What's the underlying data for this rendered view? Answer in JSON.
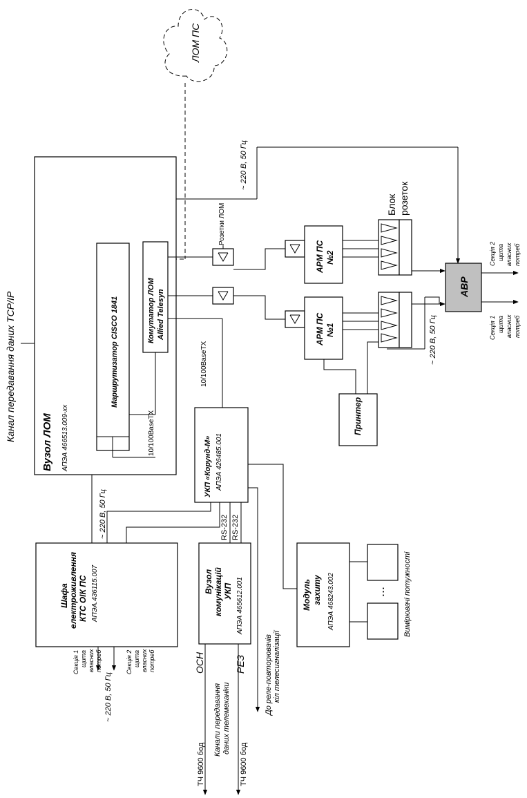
{
  "diagram": {
    "cloud_label": "ЛОМ ПС",
    "channel_label": "Канал передавання даних TCP/IP",
    "node_lom": {
      "title": "Вузол ЛОМ",
      "code": "АПЭА 466513.009-хх"
    },
    "router": "Маршрутизатор CISCO 1841",
    "switch": {
      "line1": "Комутатор ЛОМ",
      "line2": "Allied Telesyn"
    },
    "port_label_1": "10/100BaseTX",
    "port_label_2": "10/100BaseTX",
    "power_top": "~ 220 В, 50 Гц",
    "power_mid": "~ 220 В, 50 Гц",
    "power_right": "~ 220 В, 50 Гц",
    "power_bottom": "~ 220 В, 50 Гц",
    "lan_sockets": "Розетки ЛОМ",
    "block_sockets": {
      "line1": "Блок",
      "line2": "розеток"
    },
    "arm2": {
      "line1": "АРМ ПС",
      "line2": "№2"
    },
    "arm1": {
      "line1": "АРМ ПС",
      "line2": "№1"
    },
    "avr": "АВР",
    "printer": "Принтер",
    "sec2_right": [
      "Секція 2",
      "щита",
      "власних",
      "потреб"
    ],
    "sec1_right": [
      "Секція 1",
      "щита",
      "власних",
      "потреб"
    ],
    "ukp": {
      "title": "УКП «Корунд-М»",
      "code": "АПЭА 426485.001"
    },
    "rs232_a": "RS-232",
    "rs232_b": "RS-232",
    "cabinet": {
      "line1": "Шафа",
      "line2": "електроживлення",
      "line3": "КТС ОІК ПС",
      "code": "АПЭА.436115.007"
    },
    "comm_node": {
      "line1": "Вузол",
      "line2": "комунікацій",
      "line3": "УКП",
      "code": "АПЭА 465612.001"
    },
    "protection": {
      "line1": "Модуль",
      "line2": "захиту",
      "code": "АПЭА 468243.002"
    },
    "meters": "Вимірювачі потужності",
    "dots": "...",
    "relay": {
      "line1": "До реле-повторювачів",
      "line2": "кіл телесигналізації"
    },
    "osn": "ОСН",
    "rez": "РЕЗ",
    "tch1": "ТЧ 9600 бод",
    "tch2": "ТЧ 9600 бод",
    "tm_channels": {
      "line1": "Канали передавання",
      "line2": "даних телемеханіки"
    },
    "sec1_bottom": [
      "Секція 1",
      "щита",
      "власних",
      "потреб"
    ],
    "sec2_bottom": [
      "Секція 2",
      "щита",
      "власних",
      "потреб"
    ]
  }
}
